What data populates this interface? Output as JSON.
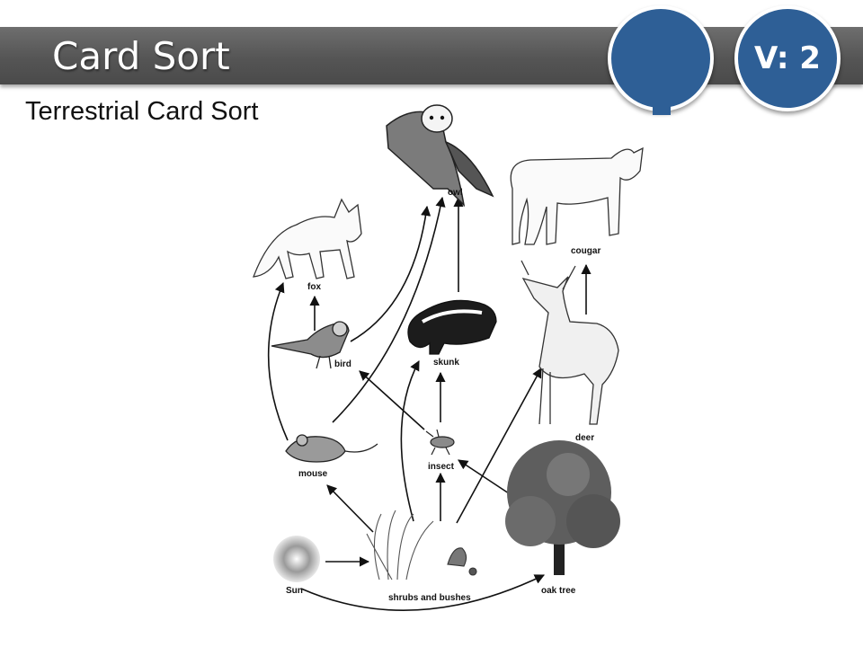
{
  "slide": {
    "title": "Card Sort",
    "version_badge": "V: 2",
    "subtitle": "Terrestrial Card Sort"
  },
  "diagram": {
    "organisms": {
      "owl": "owl",
      "cougar": "cougar",
      "fox": "fox",
      "bird": "bird",
      "skunk": "skunk",
      "deer": "deer",
      "mouse": "mouse",
      "insect": "insect",
      "sun": "Sun",
      "shrubs": "shrubs and bushes",
      "oak": "oak tree"
    }
  },
  "colors": {
    "badge": "#2e5f96",
    "bar": "#5a5a5a"
  }
}
